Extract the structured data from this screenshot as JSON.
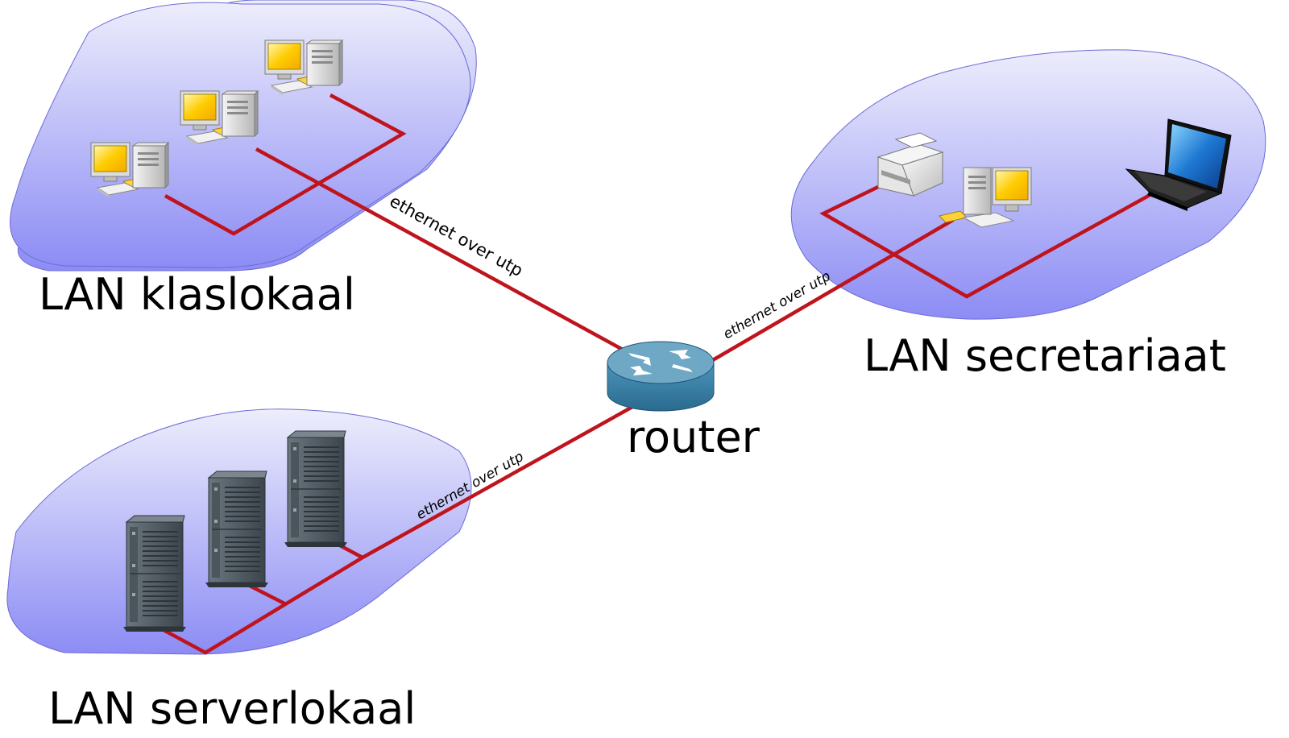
{
  "zones": {
    "classroom": {
      "label": "LAN klaslokaal"
    },
    "secretariat": {
      "label": "LAN secretariaat"
    },
    "serverroom": {
      "label": "LAN serverlokaal"
    }
  },
  "router": {
    "label": "router",
    "icon": "router-icon"
  },
  "links": {
    "classroom_router": {
      "label": "ethernet over utp"
    },
    "secretariat_router": {
      "label": "ethernet over utp"
    },
    "serverroom_router": {
      "label": "ethernet over utp"
    }
  },
  "devices": {
    "classroom": [
      "desktop-computer-icon",
      "desktop-computer-icon",
      "desktop-computer-icon"
    ],
    "secretariat": [
      "printer-icon",
      "desktop-computer-icon",
      "laptop-icon"
    ],
    "serverroom": [
      "server-tower-icon",
      "server-tower-icon",
      "server-tower-icon"
    ]
  },
  "colors": {
    "cable": "#c0141c",
    "zone_top": "#ededfc",
    "zone_bottom": "#8c8cf5",
    "zone_border": "#6b6bd6",
    "router_top": "#6fa8c4",
    "router_side": "#3a7fa6",
    "monitor_screen": "#ffcc00",
    "server_body": "#57626b"
  }
}
